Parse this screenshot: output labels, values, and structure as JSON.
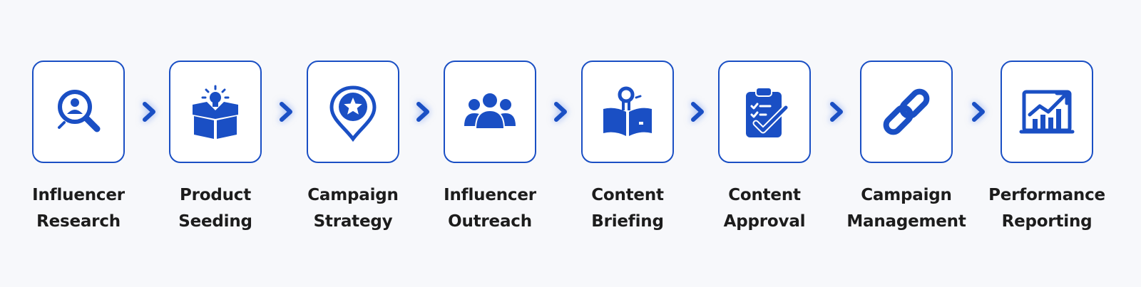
{
  "colors": {
    "accent": "#1a4fc4",
    "text": "#1c1c1c",
    "background": "#f7f8fb"
  },
  "steps": [
    {
      "icon": "magnifier-user-icon",
      "line1": "Influencer",
      "line2": "Research"
    },
    {
      "icon": "lightbulb-box-icon",
      "line1": "Product",
      "line2": "Seeding"
    },
    {
      "icon": "map-pin-star-icon",
      "line1": "Campaign",
      "line2": "Strategy"
    },
    {
      "icon": "group-people-icon",
      "line1": "Influencer",
      "line2": "Outreach"
    },
    {
      "icon": "person-reading-book-icon",
      "line1": "Content",
      "line2": "Briefing"
    },
    {
      "icon": "clipboard-check-icon",
      "line1": "Content",
      "line2": "Approval"
    },
    {
      "icon": "chain-link-icon",
      "line1": "Campaign",
      "line2": "Management"
    },
    {
      "icon": "growth-chart-icon",
      "line1": "Performance",
      "line2": "Reporting"
    }
  ],
  "connector_icon": "chevron-right-icon"
}
